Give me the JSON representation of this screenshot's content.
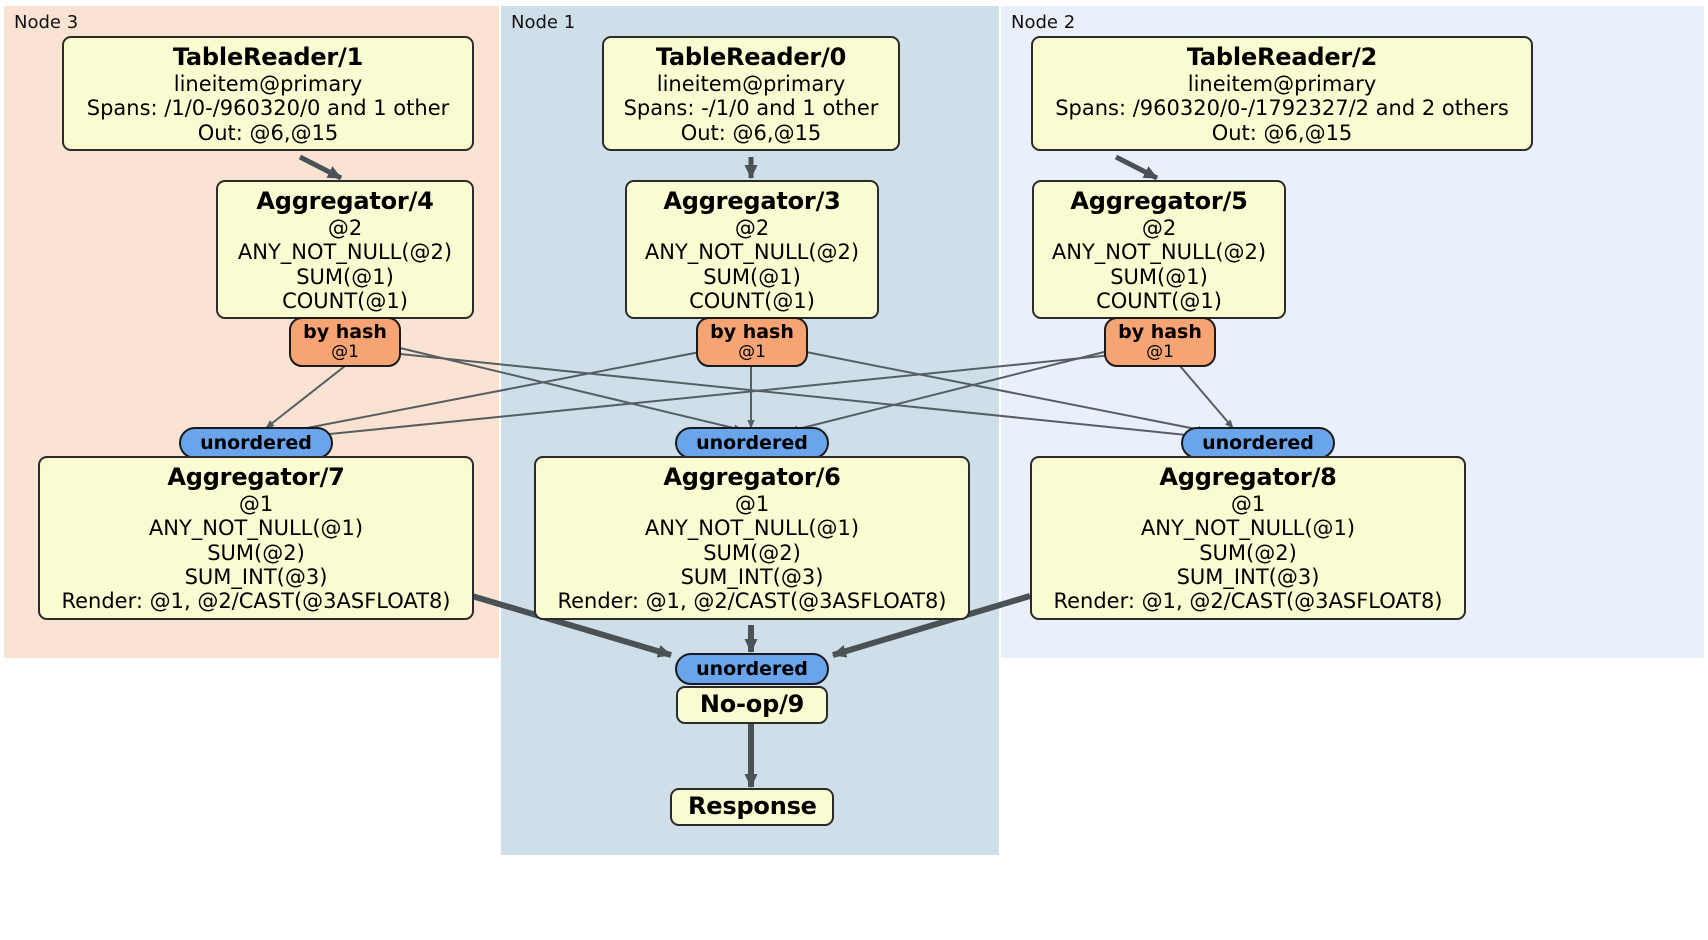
{
  "diagram": {
    "kind": "distributed-query-plan",
    "colors": {
      "node3_panel": "#fbe3d4",
      "node1_panel": "#cfdfe9",
      "node2_panel": "#eaf0fb",
      "processor_box": "#fbfbd2",
      "hash_badge": "#f6a474",
      "unordered_badge": "#6aa4ea",
      "edge_thin": "#555f63",
      "edge_thick": "#4a5255",
      "border": "#2b2b2b"
    }
  },
  "panels": [
    {
      "name": "node3",
      "label": "Node 3"
    },
    {
      "name": "node1",
      "label": "Node 1"
    },
    {
      "name": "node2",
      "label": "Node 2"
    }
  ],
  "processors": {
    "table_reader_1": {
      "title": "TableReader/1",
      "lines": [
        "lineitem@primary",
        "Spans: /1/0-/960320/0 and 1 other",
        "Out: @6,@15"
      ]
    },
    "table_reader_0": {
      "title": "TableReader/0",
      "lines": [
        "lineitem@primary",
        "Spans: -/1/0 and 1 other",
        "Out: @6,@15"
      ]
    },
    "table_reader_2": {
      "title": "TableReader/2",
      "lines": [
        "lineitem@primary",
        "Spans: /960320/0-/1792327/2 and 2 others",
        "Out: @6,@15"
      ]
    },
    "aggregator_4": {
      "title": "Aggregator/4",
      "lines": [
        "@2",
        "ANY_NOT_NULL(@2)",
        "SUM(@1)",
        "COUNT(@1)"
      ]
    },
    "aggregator_3": {
      "title": "Aggregator/3",
      "lines": [
        "@2",
        "ANY_NOT_NULL(@2)",
        "SUM(@1)",
        "COUNT(@1)"
      ]
    },
    "aggregator_5": {
      "title": "Aggregator/5",
      "lines": [
        "@2",
        "ANY_NOT_NULL(@2)",
        "SUM(@1)",
        "COUNT(@1)"
      ]
    },
    "aggregator_7": {
      "title": "Aggregator/7",
      "lines": [
        "@1",
        "ANY_NOT_NULL(@1)",
        "SUM(@2)",
        "SUM_INT(@3)",
        "Render: @1, @2/CAST(@3ASFLOAT8)"
      ]
    },
    "aggregator_6": {
      "title": "Aggregator/6",
      "lines": [
        "@1",
        "ANY_NOT_NULL(@1)",
        "SUM(@2)",
        "SUM_INT(@3)",
        "Render: @1, @2/CAST(@3ASFLOAT8)"
      ]
    },
    "aggregator_8": {
      "title": "Aggregator/8",
      "lines": [
        "@1",
        "ANY_NOT_NULL(@1)",
        "SUM(@2)",
        "SUM_INT(@3)",
        "Render: @1, @2/CAST(@3ASFLOAT8)"
      ]
    },
    "noop_9": {
      "title": "No-op/9",
      "lines": []
    },
    "response": {
      "title": "Response",
      "lines": []
    }
  },
  "badges": {
    "hash_left": {
      "label": "by hash",
      "sub": "@1"
    },
    "hash_mid": {
      "label": "by hash",
      "sub": "@1"
    },
    "hash_right": {
      "label": "by hash",
      "sub": "@1"
    },
    "unordered_left": {
      "label": "unordered"
    },
    "unordered_mid": {
      "label": "unordered"
    },
    "unordered_right": {
      "label": "unordered"
    },
    "unordered_final": {
      "label": "unordered"
    }
  }
}
